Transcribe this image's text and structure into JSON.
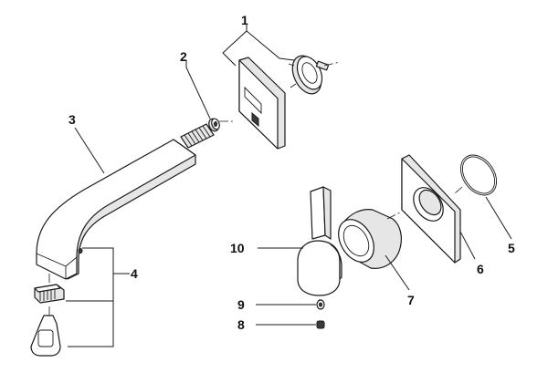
{
  "callouts": [
    "1",
    "2",
    "3",
    "4",
    "5",
    "6",
    "7",
    "8",
    "9",
    "10"
  ],
  "line_color": "#1a1a1a",
  "background": "#ffffff"
}
